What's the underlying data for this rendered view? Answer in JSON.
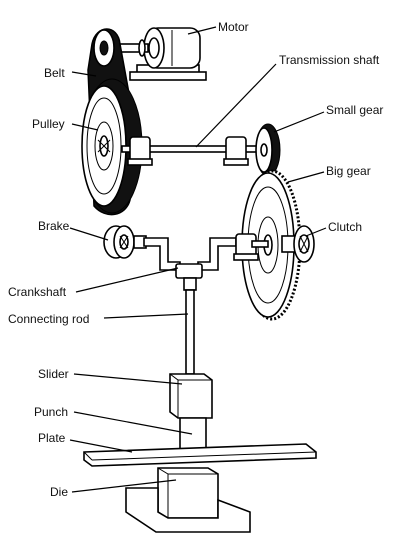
{
  "labels": {
    "motor": "Motor",
    "belt": "Belt",
    "transmission_shaft": "Transmission shaft",
    "pulley": "Pulley",
    "small_gear": "Small gear",
    "big_gear": "Big gear",
    "brake": "Brake",
    "clutch": "Clutch",
    "crankshaft": "Crankshaft",
    "connecting_rod": "Connecting rod",
    "slider": "Slider",
    "punch": "Punch",
    "plate": "Plate",
    "die": "Die"
  }
}
